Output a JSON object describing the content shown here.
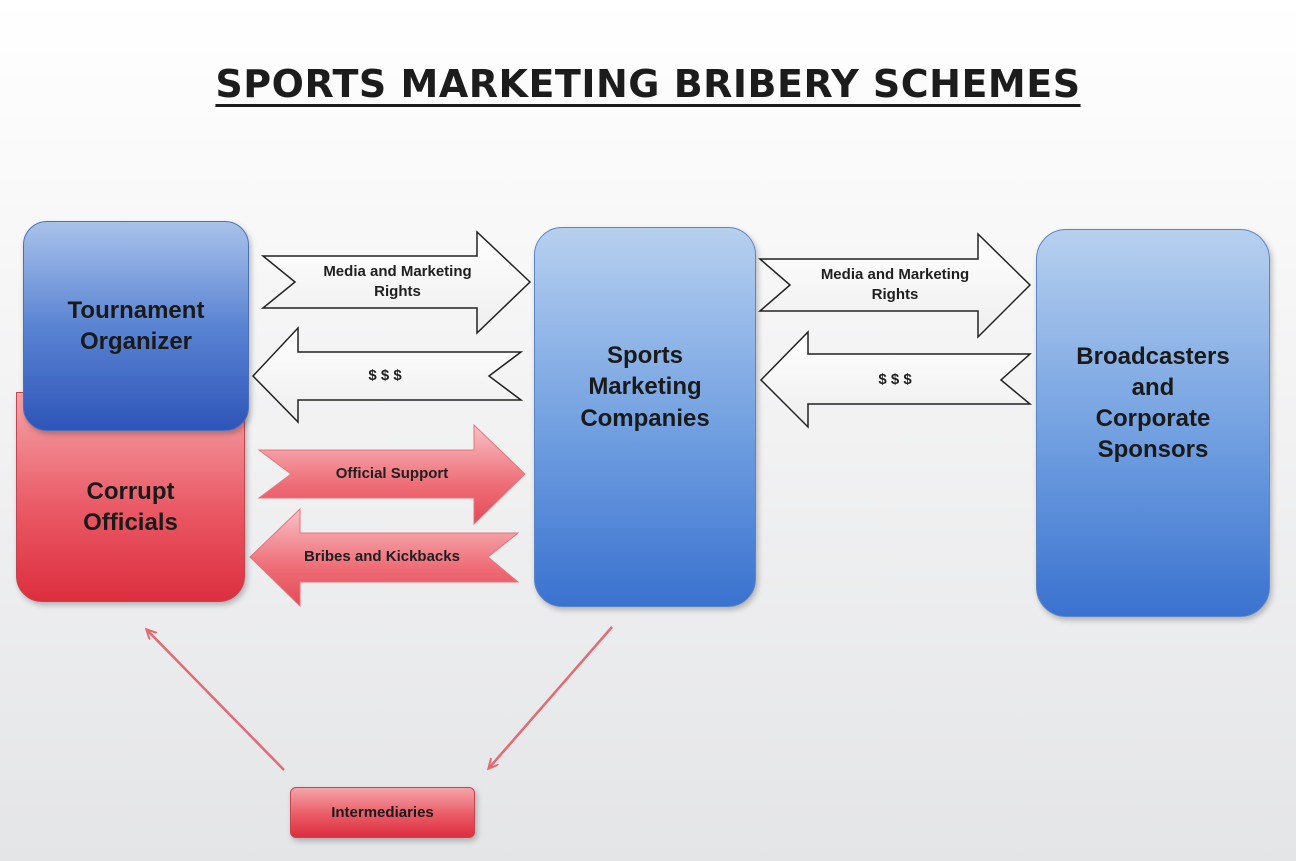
{
  "title": "SPORTS MARKETING BRIBERY SCHEMES",
  "nodes": {
    "tournament_organizer": "Tournament\nOrganizer",
    "corrupt_officials": "Corrupt\nOfficials",
    "sports_marketing": "Sports\nMarketing\nCompanies",
    "broadcasters": "Broadcasters\nand\nCorporate\nSponsors",
    "intermediaries": "Intermediaries"
  },
  "arrows": {
    "media_rights_1": "Media and Marketing\nRights",
    "money_1": "$ $ $",
    "official_support": "Official Support",
    "bribes": "Bribes and Kickbacks",
    "media_rights_2": "Media and Marketing\nRights",
    "money_2": "$ $ $"
  },
  "colors": {
    "blue": "#5a8ad8",
    "red": "#e6424f",
    "arrow_line": "#e46a72"
  }
}
